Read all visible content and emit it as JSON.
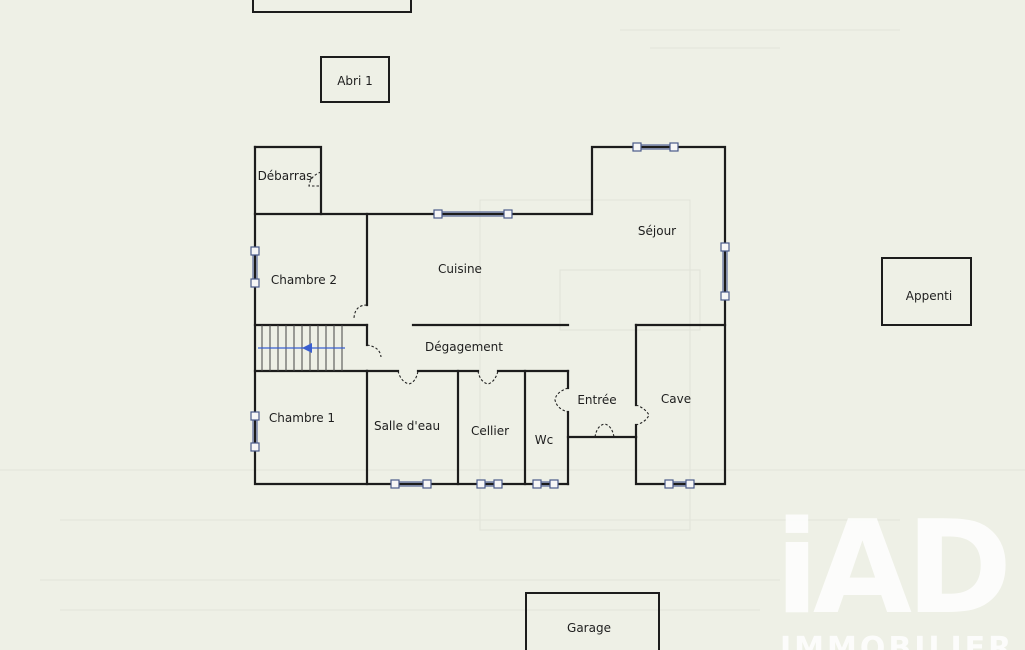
{
  "outbuildings": {
    "abri": "Abri 1",
    "appenti": "Appenti",
    "garage": "Garage"
  },
  "rooms": {
    "debarras": "Débarras",
    "chambre2": "Chambre 2",
    "cuisine": "Cuisine",
    "sejour": "Séjour",
    "degagement": "Dégagement",
    "chambre1": "Chambre 1",
    "salle_deau": "Salle d'eau",
    "cellier": "Cellier",
    "wc": "Wc",
    "entree": "Entrée",
    "cave": "Cave"
  },
  "watermark": {
    "logo": "iAD",
    "subtitle": "IMMOBILIER"
  },
  "colors": {
    "background": "#eef0e6",
    "walls": "#1c1c1c",
    "windows": "#4a5a8a",
    "stair_arrow": "#3a5fcf"
  }
}
